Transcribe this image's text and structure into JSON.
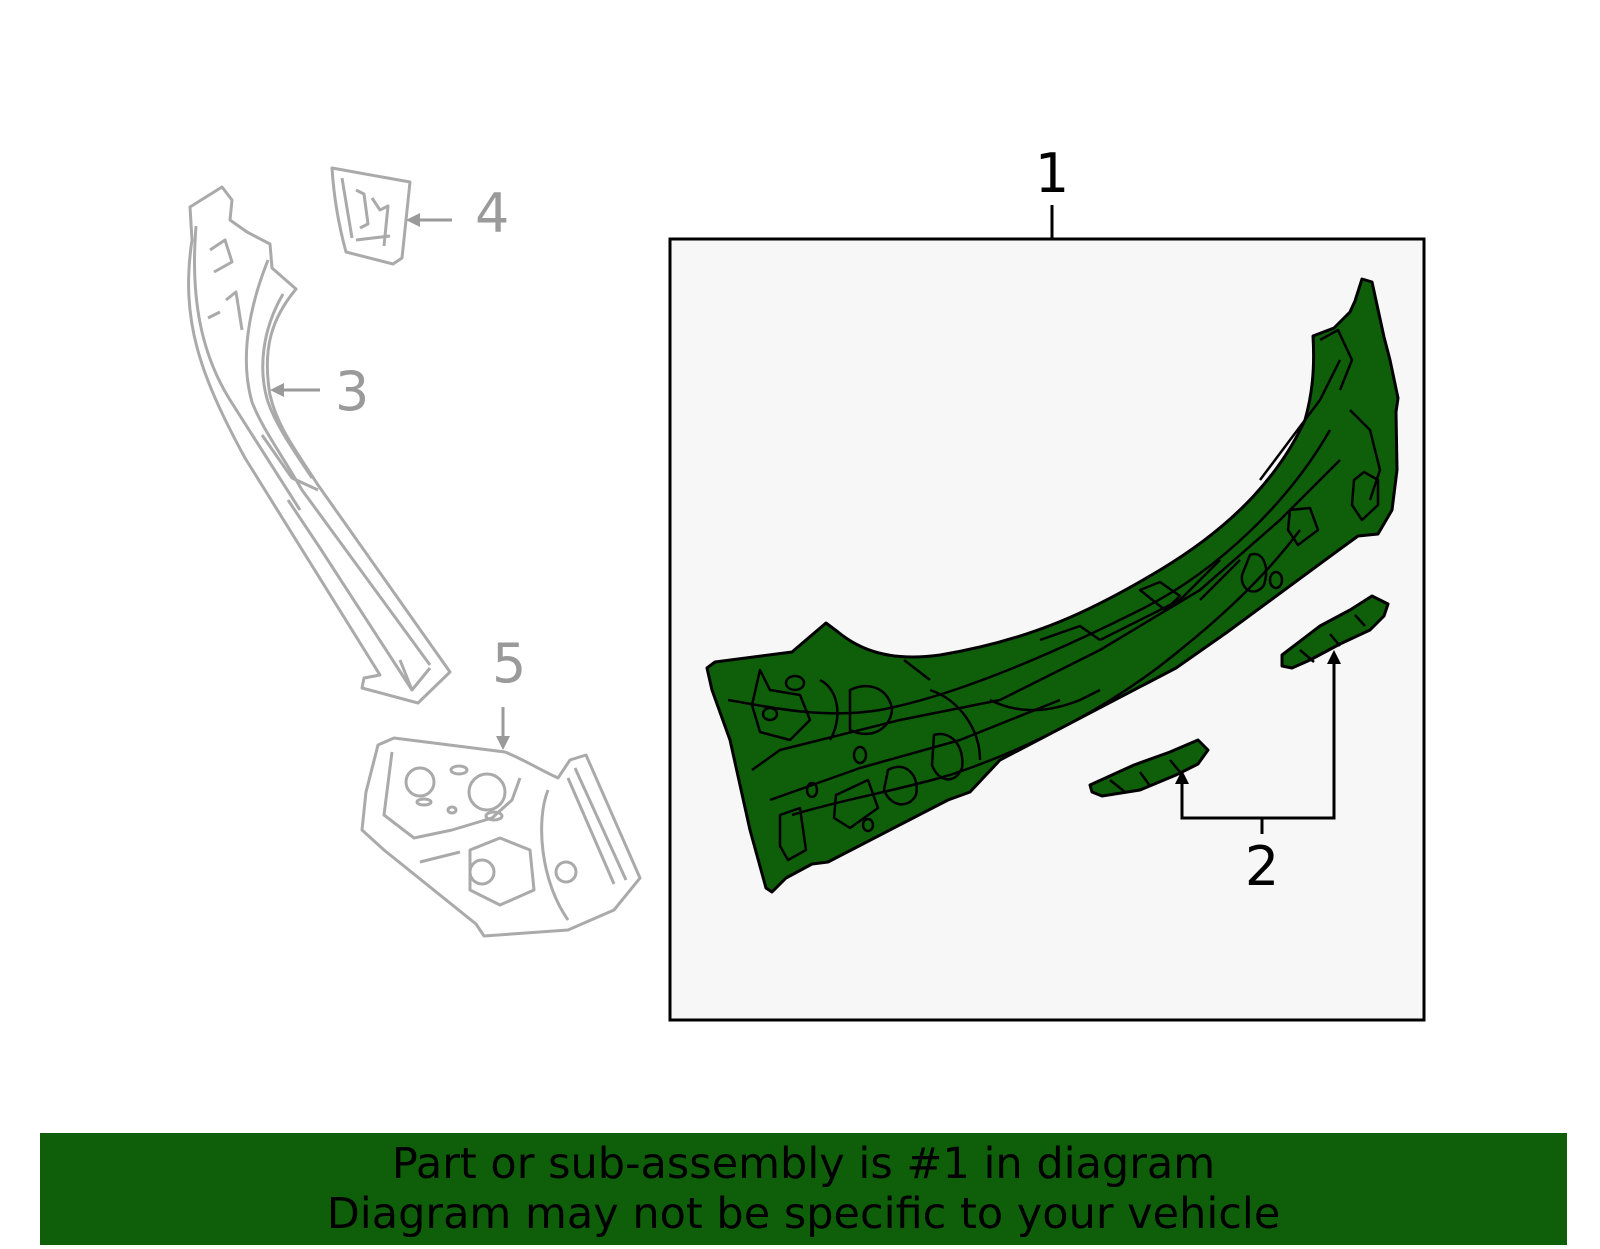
{
  "callouts": {
    "part_1": "1",
    "part_2": "2",
    "part_3": "3",
    "part_4": "4",
    "part_5": "5"
  },
  "banner": {
    "line1": "Part or sub-assembly is #1 in diagram",
    "line2": "Diagram may not be specific to your vehicle"
  },
  "colors": {
    "highlight_part": "#0f5e0a",
    "ghost_part_outline": "#aaaaaa",
    "box_fill": "#f7f7f7",
    "banner_background": "#0f5e0a"
  }
}
